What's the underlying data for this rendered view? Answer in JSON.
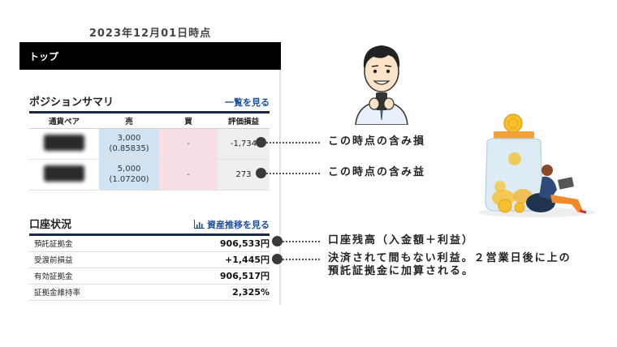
{
  "date_label": "2023年12月01日時点",
  "topbar": {
    "title": "トップ"
  },
  "position_summary": {
    "title": "ポジションサマリ",
    "link": "一覧を見る",
    "columns": [
      "通貨ペア",
      "売",
      "買",
      "評価損益"
    ],
    "rows": [
      {
        "sell_amount": "3,000",
        "sell_rate": "(0.85835)",
        "buy": "-",
        "pl": "-1,734"
      },
      {
        "sell_amount": "5,000",
        "sell_rate": "(1.07200)",
        "buy": "-",
        "pl": "273"
      }
    ]
  },
  "account": {
    "title": "口座状況",
    "link": "資産推移を見る",
    "rows": [
      {
        "label": "預託証拠金",
        "value": "906,533円"
      },
      {
        "label": "受渡前損益",
        "value": "+1,445円"
      },
      {
        "label": "有効証拠金",
        "value": "906,517円"
      },
      {
        "label": "証拠金維持率",
        "value": "2,325%"
      }
    ]
  },
  "callouts": {
    "loss": "この時点の含み損",
    "gain": "この時点の含み益",
    "balance": "口座残高（入金額＋利益）",
    "unsettled_line1": "決済されて間もない利益。２営業日後に上の",
    "unsettled_line2": "預託証拠金に加算される。"
  },
  "icons": {
    "chart_link": "bar-chart-icon",
    "person": "man-with-phone-illustration",
    "jar": "coin-jar-illustration"
  },
  "colors": {
    "topbar": "#000000",
    "link": "#1f4fa0",
    "sell_bg": "#cfe3f3",
    "buy_bg": "#f8dfe5",
    "pl_bg": "#efefef",
    "rule": "#1a2a40"
  }
}
